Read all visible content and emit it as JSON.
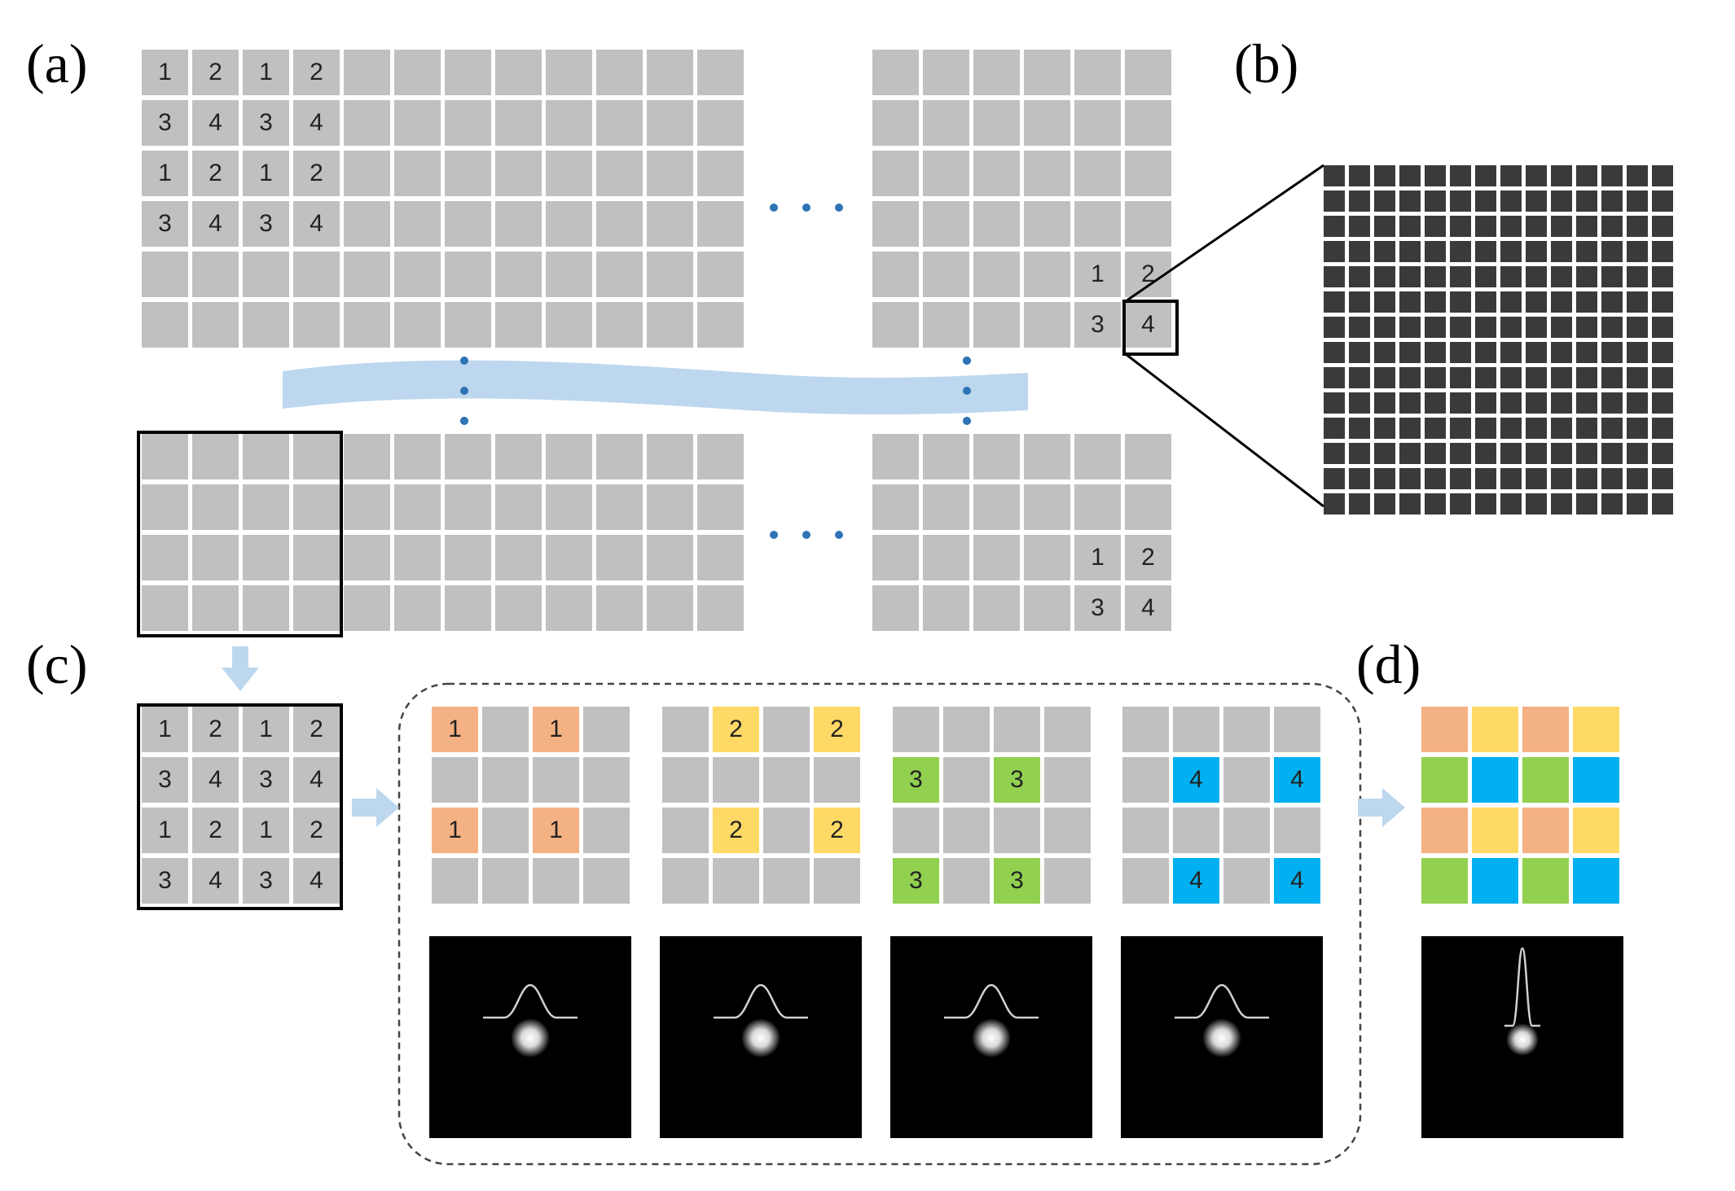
{
  "panels": {
    "a": "(a)",
    "b": "(b)",
    "c": "(c)",
    "d": "(d)"
  },
  "pattern": [
    [
      "1",
      "2",
      "1",
      "2"
    ],
    [
      "3",
      "4",
      "3",
      "4"
    ],
    [
      "1",
      "2",
      "1",
      "2"
    ],
    [
      "3",
      "4",
      "3",
      "4"
    ]
  ],
  "corner_pattern": [
    [
      "1",
      "2"
    ],
    [
      "3",
      "4"
    ]
  ],
  "colors": {
    "cell_gray": "#c0c0c0",
    "subpixel_dark": "#3a3a3a",
    "phase_1": "#f4b183",
    "phase_2": "#ffd966",
    "phase_3": "#92d050",
    "phase_4": "#00b0f0",
    "arrow": "#bdd7ee",
    "ellipsis_dot": "#2e74b5"
  },
  "decomposition": [
    {
      "phase": "1",
      "color": "phase_1"
    },
    {
      "phase": "2",
      "color": "phase_2"
    },
    {
      "phase": "3",
      "color": "phase_3"
    },
    {
      "phase": "4",
      "color": "phase_4"
    }
  ],
  "icons": [
    "ellipsis-horizontal-icon",
    "ellipsis-vertical-icon",
    "arrow-down-icon",
    "arrow-right-icon",
    "gaussian-profile-icon",
    "focal-spot-icon"
  ]
}
